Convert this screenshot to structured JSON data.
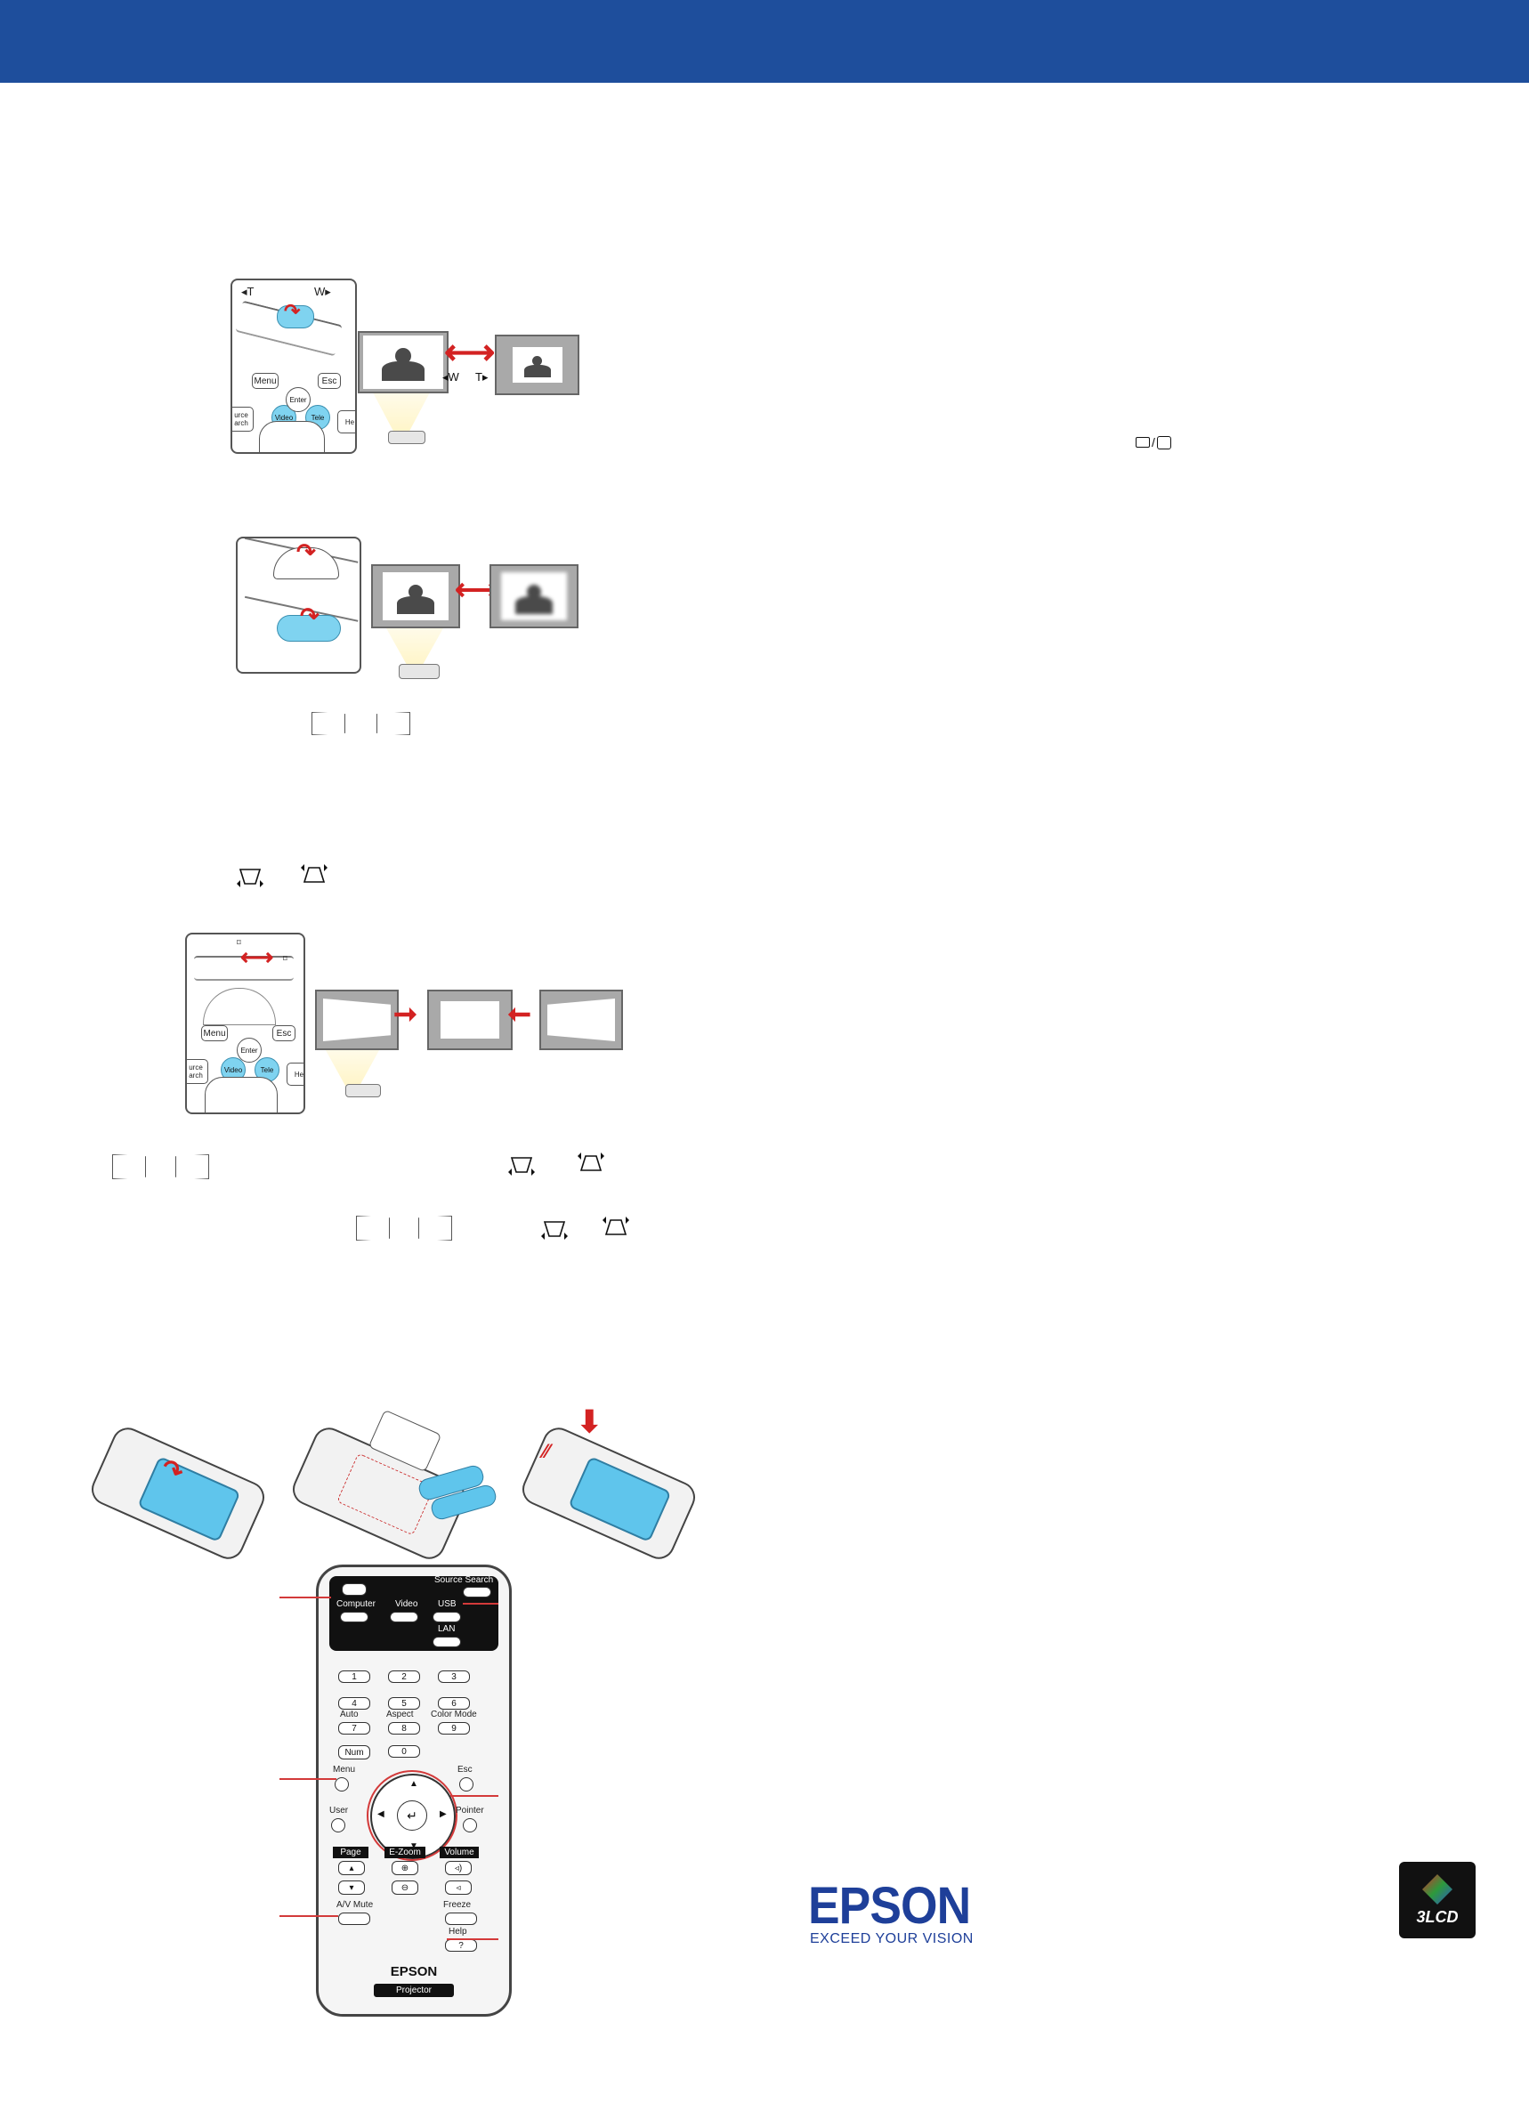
{
  "colors": {
    "header": "#1e4e9c",
    "accent_blue": "#7fd3f0",
    "arrow_red": "#d32222"
  },
  "zoom_figure": {
    "slider_left": "◂T",
    "slider_right": "W▸",
    "screen_left_label": "◂W",
    "screen_right_label": "T▸",
    "keys": {
      "menu": "Menu",
      "esc": "Esc",
      "source": "urce\narch",
      "video": "Video",
      "enter": "Enter",
      "tele": "Tele",
      "help": "He"
    }
  },
  "page_icons": {
    "computer_video_icon": "computer-video-toggle-icon"
  },
  "keystone_figure": {
    "keys": {
      "menu": "Menu",
      "esc": "Esc",
      "source": "urce\narch",
      "video": "Video",
      "enter": "Enter",
      "tele": "Tele",
      "help": "He"
    }
  },
  "remote": {
    "brand": "EPSON",
    "model": "Projector",
    "power_label": "",
    "source_search": "Source Search",
    "computer": "Computer",
    "video": "Video",
    "usb": "USB",
    "lan": "LAN",
    "num1": "1",
    "num2": "2",
    "num3": "3",
    "num4": "4",
    "num5": "5",
    "num6": "6",
    "auto": "Auto",
    "aspect": "Aspect",
    "color_mode": "Color Mode",
    "num7": "7",
    "num8": "8",
    "num9": "9",
    "num": "Num",
    "num0": "0",
    "menu": "Menu",
    "esc": "Esc",
    "user": "User",
    "pointer": "Pointer",
    "page": "Page",
    "ezoom": "E-Zoom",
    "volume": "Volume",
    "av_mute": "A/V Mute",
    "freeze": "Freeze",
    "help": "Help",
    "help_key": "?"
  },
  "logos": {
    "epson_word": "EPSON",
    "epson_tagline": "EXCEED YOUR VISION",
    "lcd_badge": "3LCD"
  }
}
